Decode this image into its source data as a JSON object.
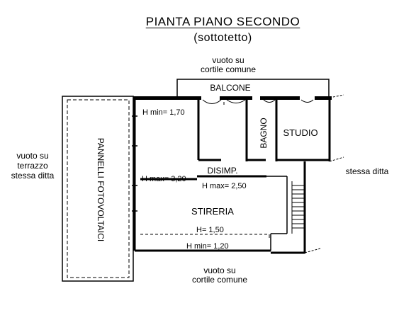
{
  "title": "PIANTA PIANO SECONDO",
  "subtitle": "(sottotetto)",
  "labels": {
    "top_context_1": "vuoto su",
    "top_context_2": "cortile comune",
    "left_context_1": "vuoto su",
    "left_context_2": "terrazzo",
    "left_context_3": "stessa ditta",
    "right_context": "stessa ditta",
    "bottom_context_1": "vuoto su",
    "bottom_context_2": "cortile comune"
  },
  "rooms": {
    "balcone": "BALCONE",
    "bagno": "BAGNO",
    "studio": "STUDIO",
    "disimp": "DISIMP.",
    "stireria": "STIRERIA",
    "pannelli": "PANNELLI FOTOVOLTAICI"
  },
  "heights": {
    "h_min_1": "H min= 1,70",
    "h_max_1": "H max= 3,20",
    "h_max_2": "H max= 2,50",
    "h_mid": "H= 1,50",
    "h_min_2": "H min= 1,20"
  }
}
